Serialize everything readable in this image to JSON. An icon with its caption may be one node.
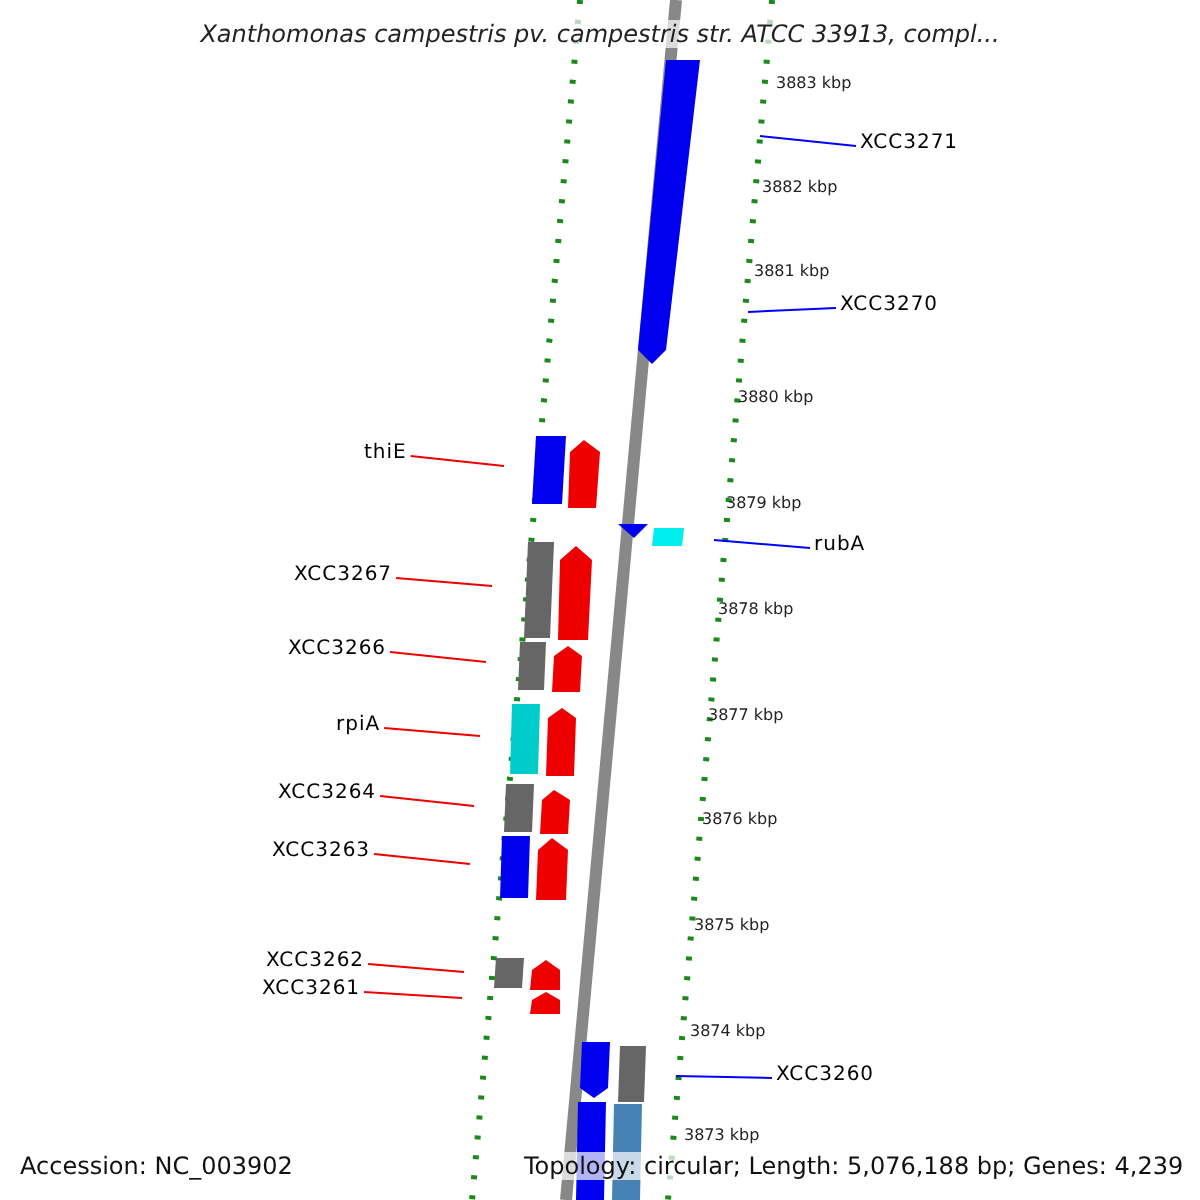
{
  "diagram": {
    "title": "Xanthomonas campestris pv. campestris str. ATCC 33913, compl...",
    "nodes": [
      {
        "text": [
          "XCC3271"
        ]
      },
      {
        "text": [
          "XCC3270"
        ]
      },
      {
        "text": [
          "thiE"
        ]
      },
      {
        "text": [
          "rubA"
        ]
      },
      {
        "text": [
          "XCC3267"
        ]
      },
      {
        "text": [
          "XCC3266"
        ]
      },
      {
        "text": [
          "rpiA"
        ]
      },
      {
        "text": [
          "XCC3264"
        ]
      },
      {
        "text": [
          "XCC3263"
        ]
      },
      {
        "text": [
          "XCC3262"
        ]
      },
      {
        "text": [
          "XCC3261"
        ]
      },
      {
        "text": [
          "XCC3260"
        ]
      }
    ],
    "edges": [
      {
        "from": 0,
        "to": null,
        "arrow": "none",
        "color": "#0000ff"
      },
      {
        "from": 1,
        "to": null,
        "arrow": "none",
        "color": "#0000ff"
      },
      {
        "from": 2,
        "to": null,
        "arrow": "none"
      },
      {
        "from": 3,
        "to": null,
        "arrow": "none",
        "color": "#0000ff"
      },
      {
        "from": 4,
        "to": null,
        "arrow": "none"
      },
      {
        "from": 5,
        "to": null,
        "arrow": "none"
      },
      {
        "from": 6,
        "to": null,
        "arrow": "none"
      },
      {
        "from": 7,
        "to": null,
        "arrow": "none"
      },
      {
        "from": 8,
        "to": null,
        "arrow": "none"
      },
      {
        "from": 9,
        "to": null,
        "arrow": "none"
      },
      {
        "from": 10,
        "to": null,
        "arrow": "none"
      },
      {
        "from": 11,
        "to": null,
        "arrow": "none",
        "color": "#0000ff"
      }
    ],
    "labels": [
      "3883 kbp",
      "3882 kbp",
      "3881 kbp",
      "3880 kbp",
      "3879 kbp",
      "3878 kbp",
      "3877 kbp",
      "3876 kbp",
      "3875 kbp",
      "3874 kbp",
      "3873 kbp",
      "Accession: NC_003902",
      "Topology: circular; Length: 5,076,188 bp; Genes: 4,239"
    ]
  }
}
